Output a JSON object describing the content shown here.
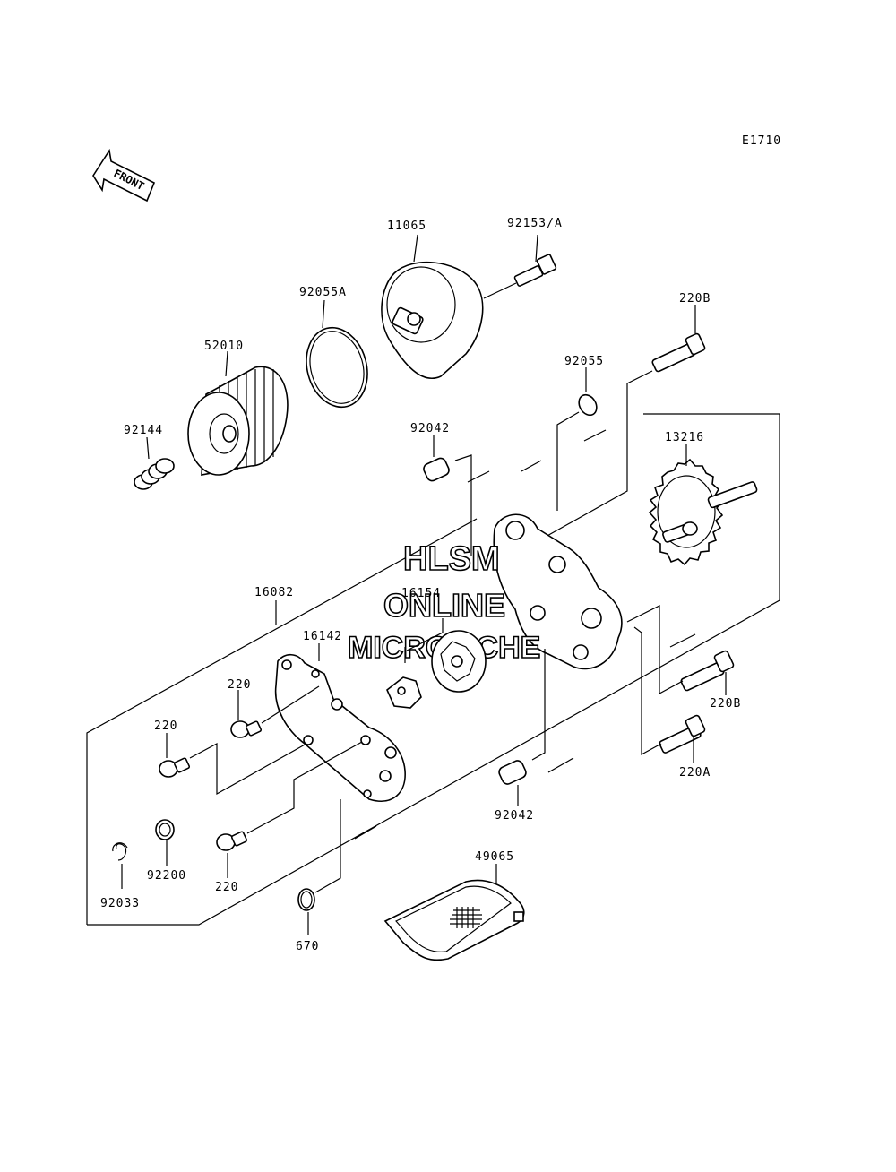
{
  "diagram_code": "E1710",
  "front_label": "FRONT",
  "watermark": {
    "line1": "HLSM",
    "line2": "ONLINE",
    "line3": "MICROFICHE"
  },
  "parts": {
    "p11065": "11065",
    "p92153A": "92153/A",
    "p92055A": "92055A",
    "p52010": "52010",
    "p92144": "92144",
    "p220B_top": "220B",
    "p92055": "92055",
    "p92042_top": "92042",
    "p13216": "13216",
    "p16082": "16082",
    "p16154": "16154",
    "p16142": "16142",
    "p220_a": "220",
    "p220_b": "220",
    "p220_c": "220",
    "p220B_mid": "220B",
    "p220A": "220A",
    "p92042_bot": "92042",
    "p92200": "92200",
    "p92033": "92033",
    "p49065": "49065",
    "p670": "670"
  }
}
